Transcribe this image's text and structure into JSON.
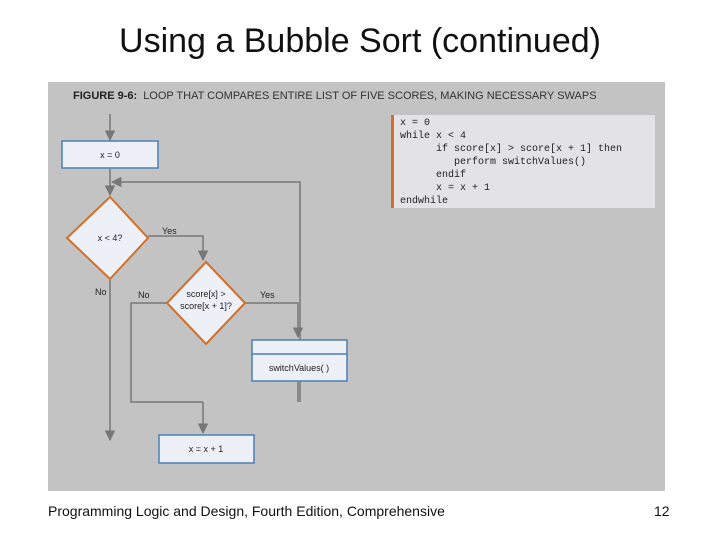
{
  "slide": {
    "title": "Using a Bubble Sort (continued)",
    "footer_text": "Programming Logic and Design, Fourth Edition, Comprehensive",
    "page_number": "12"
  },
  "figure": {
    "number": "FIGURE 9-6:",
    "caption": "LOOP THAT COMPARES ENTIRE LIST OF FIVE SCORES, MAKING NECESSARY SWAPS",
    "code_lines": [
      "x = 0",
      "while x < 4",
      "      if score[x] > score[x + 1] then",
      "         perform switchValues()",
      "      endif",
      "      x = x + 1",
      "endwhile"
    ],
    "flowchart": {
      "init_box": "x = 0",
      "loop_test": "x < 4?",
      "compare_line1": "score[x] >",
      "compare_line2": "score[x + 1]?",
      "swap_box": "switchValues( )",
      "increment_box": "x = x + 1",
      "yes_label": "Yes",
      "no_label": "No"
    }
  },
  "colors": {
    "figure_bg": "#c3c3c3",
    "box_fill": "#eef0f7",
    "box_border": "#4a7fb4",
    "diamond_border": "#d0702a",
    "code_accent": "#d0702a",
    "arrow": "#777777"
  }
}
